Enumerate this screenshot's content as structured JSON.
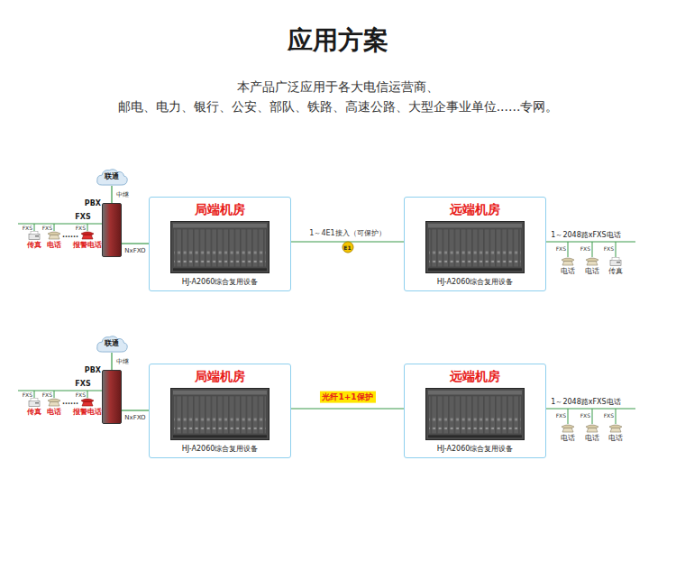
{
  "diagram": {
    "title": "应用方案",
    "nodes": [
      {
        "text": [
          "联通"
        ]
      },
      {
        "text": [
          "PBX"
        ]
      },
      {
        "text": [
          "局端机房",
          "HJ-A2060综合复用设备"
        ]
      },
      {
        "text": [
          "远端机房",
          "HJ-A2060综合复用设备"
        ]
      },
      {
        "text": [
          "联通"
        ]
      },
      {
        "text": [
          "PBX"
        ]
      },
      {
        "text": [
          "局端机房",
          "HJ-A2060综合复用设备"
        ]
      },
      {
        "text": [
          "远端机房",
          "HJ-A2060综合复用设备"
        ]
      }
    ],
    "edges": [
      {
        "from": 0,
        "to": 1,
        "label": "中继",
        "arrow": "none"
      },
      {
        "from": 1,
        "to": 2,
        "label": "NxFXO",
        "arrow": "none"
      },
      {
        "from": 2,
        "to": 3,
        "label": "1～4E1接入（可保护）",
        "arrow": "none"
      },
      {
        "from": 4,
        "to": 5,
        "label": "中继",
        "arrow": "none"
      },
      {
        "from": 5,
        "to": 6,
        "label": "NxFXO",
        "arrow": "none"
      },
      {
        "from": 6,
        "to": 7,
        "label": "光纤1+1保护",
        "arrow": "none"
      }
    ],
    "labels": [
      "本产品广泛应用于各大电信运营商、",
      "邮电、电力、银行、公安、部队、铁路、高速公路、大型企事业单位......专网。",
      "FXS",
      "FXS",
      "FXS",
      "FXS",
      "传真",
      "电话",
      "......",
      "报警电话",
      "E1",
      "1～2048路xFXS电话",
      "FXS",
      "FXS",
      "FXS",
      "电话",
      "电话",
      "传真",
      "FXS",
      "FXS",
      "FXS",
      "FXS",
      "传真",
      "电话",
      "......",
      "报警电话",
      "1～2048路xFXS电话",
      "FXS",
      "FXS",
      "FXS",
      "电话",
      "电话",
      "电话"
    ]
  }
}
